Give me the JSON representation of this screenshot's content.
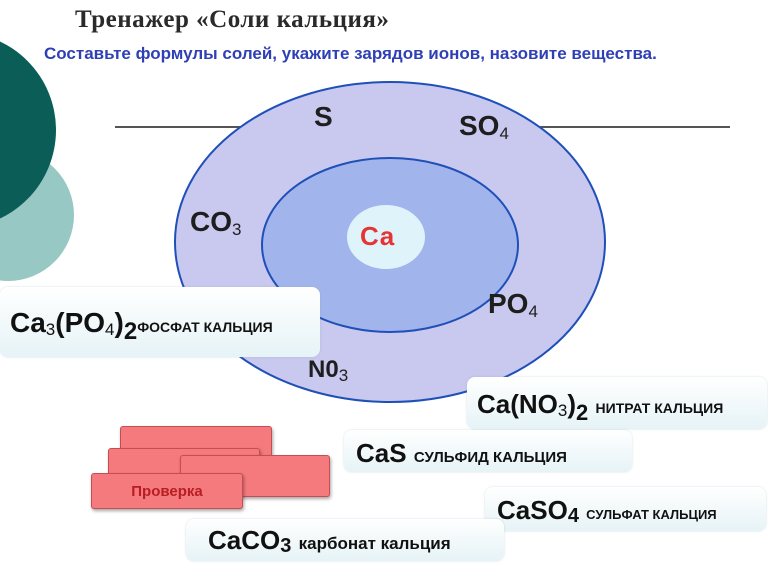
{
  "title": "Тренажер «Соли кальция»",
  "subtitle": "Составьте формулы солей, укажите зарядов ионов, назовите вещества.",
  "center_ion": "Ca",
  "ions": {
    "s": {
      "text": "S"
    },
    "so4": {
      "text": "SO",
      "sub": "4"
    },
    "co3": {
      "text": "CO",
      "sub": "3"
    },
    "po4": {
      "text": "PO",
      "sub": "4"
    },
    "no3": {
      "text": "N0",
      "sub": "3"
    }
  },
  "cards": {
    "phosphate": {
      "a": "Ca",
      "b": "3",
      "c": "(PO",
      "d": "4",
      "e": ")",
      "f": "2",
      "name": "ФОСФАТ КАЛЬЦИЯ"
    },
    "nitrate": {
      "a": "Ca(NO",
      "b": "3",
      "c": ")",
      "d": "2",
      "name": "НИТРАТ КАЛЬЦИЯ"
    },
    "sulfide": {
      "formula": "CaS",
      "name": "СУЛЬФИД КАЛЬЦИЯ"
    },
    "sulfate": {
      "a": "CaSO",
      "b": "4",
      "name": "СУЛЬФАТ КАЛЬЦИЯ"
    },
    "carbonate": {
      "a": "CaCO",
      "b": "3",
      "name": "карбонат кальция"
    }
  },
  "check_button": "Проверка",
  "colors": {
    "outer_ellipse": "#c9c8ef",
    "inner_ellipse": "#a2b4ec",
    "ellipse_stroke": "#1f50b8",
    "center_fill": "#dff3fb",
    "center_text": "#e63434",
    "teal_dark": "#0b5e57",
    "teal_light": "#98c8c3"
  }
}
